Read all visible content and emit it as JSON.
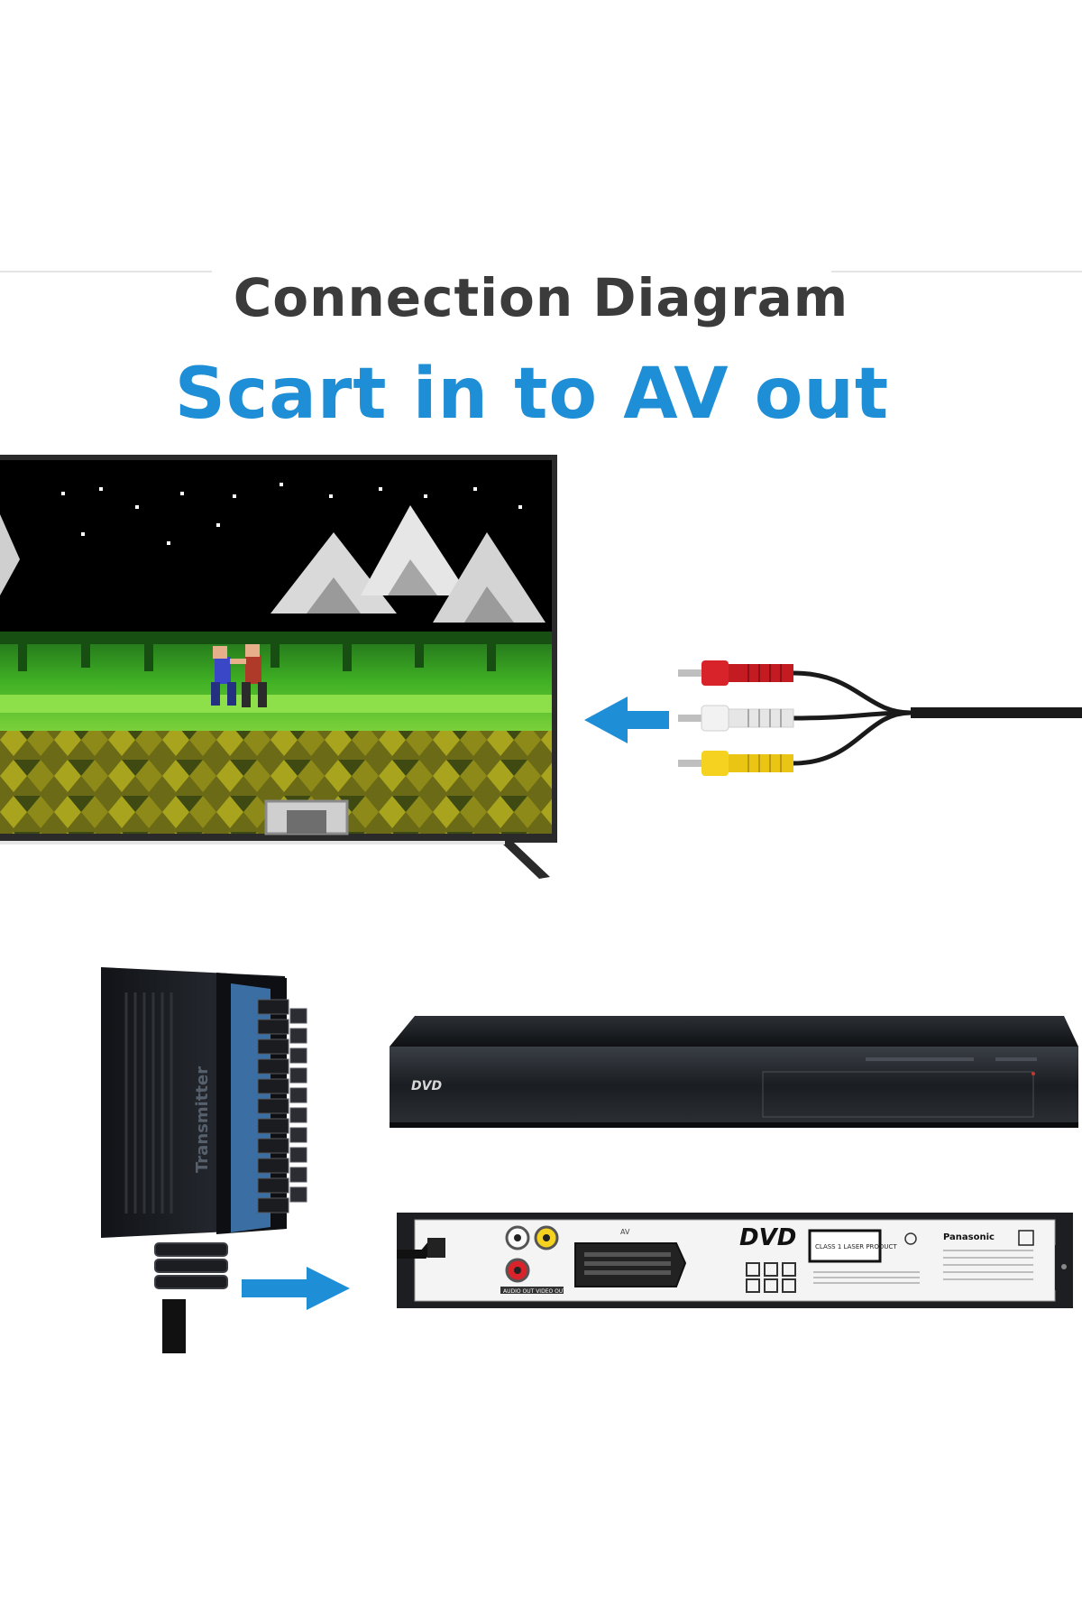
{
  "heading": {
    "title": "Connection Diagram",
    "subtitle": "Scart in to AV out"
  },
  "adapter": {
    "label": "Transmitter"
  },
  "dvd_player": {
    "front_logo": "DVD",
    "rear_logo": "DVD",
    "brand": "Panasonic",
    "laser_label": "CLASS 1 LASER PRODUCT",
    "av_label": "AV",
    "audio_video_label": "AUDIO OUT  VIDEO OUT"
  },
  "colors": {
    "title": "#3b3b3b",
    "subtitle": "#1e8fd6",
    "arrow": "#1e8fd6",
    "rca_red": "#d8232a",
    "rca_white": "#f2f2f2",
    "rca_yellow": "#f5d21f"
  }
}
